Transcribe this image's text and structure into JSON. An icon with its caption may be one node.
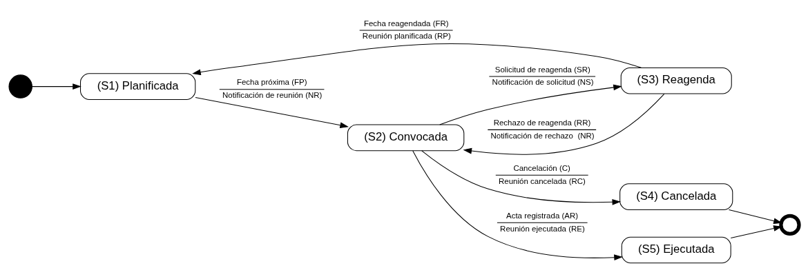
{
  "diagram": {
    "nodes": [
      {
        "text": [],
        "shape": "dot"
      },
      {
        "text": [
          "(S1) Planificada"
        ]
      },
      {
        "text": [
          "(S2) Convocada"
        ]
      },
      {
        "text": [
          "(S3) Reagenda"
        ]
      },
      {
        "text": [
          "(S4) Cancelada"
        ]
      },
      {
        "text": [
          "(S5) Ejecutada"
        ]
      },
      {
        "text": [],
        "shape": "ring"
      }
    ],
    "edges": [
      {
        "from": 0,
        "to": 1,
        "arrow": "to"
      },
      {
        "from": 1,
        "to": 2,
        "arrow": "to",
        "label": [
          "Fecha próxima (FP)",
          "Notificación de reunión (NR)"
        ]
      },
      {
        "from": 2,
        "to": 4,
        "arrow": "to",
        "label": [
          "Cancelación (C)",
          "Reunión cancelada (RC)"
        ]
      },
      {
        "from": 4,
        "to": 6,
        "arrow": "to"
      },
      {
        "from": 2,
        "to": 5,
        "arrow": "to",
        "label": [
          "Acta registrada (AR)",
          "Reunión ejecutada (RE)"
        ]
      },
      {
        "from": 5,
        "to": 6,
        "arrow": "to"
      },
      {
        "from": 2,
        "to": 3,
        "arrow": "to",
        "label": [
          "Solicitud de reagenda (SR)",
          "Notificación de solicitud (NS)"
        ]
      },
      {
        "from": 3,
        "to": 2,
        "arrow": "to",
        "label": [
          "Rechazo de reagenda (RR)",
          "Notificación de rechazo  (NR)"
        ]
      },
      {
        "from": 3,
        "to": 1,
        "arrow": "to",
        "label": [
          "Fecha reagendada (FR)",
          "Reunión planificada (RP)"
        ]
      }
    ]
  }
}
